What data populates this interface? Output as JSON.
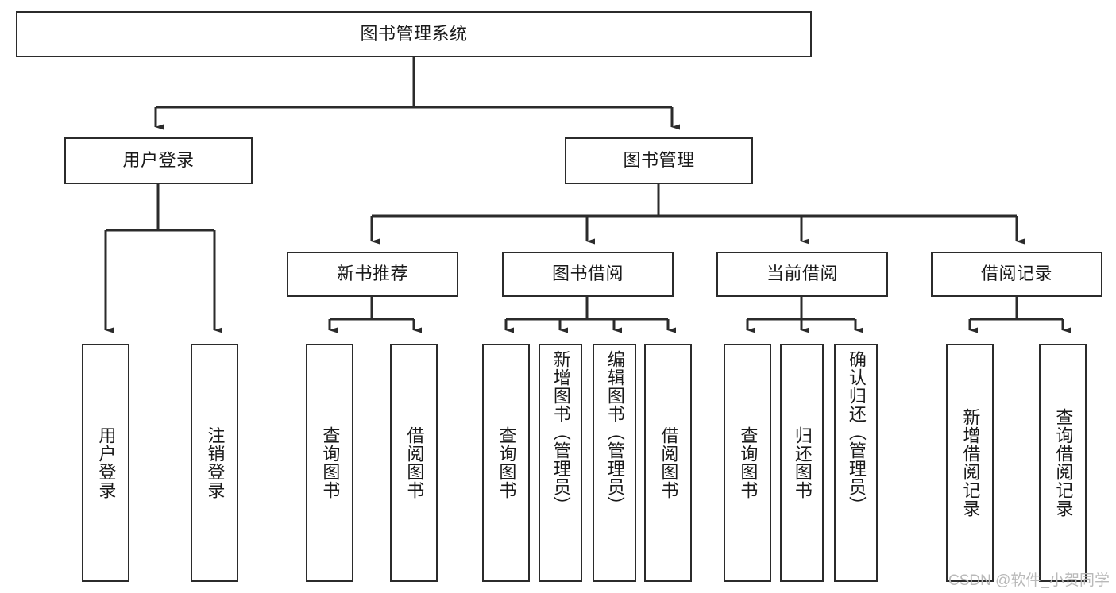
{
  "diagram": {
    "type": "tree-hierarchy-diagram",
    "title": "图书管理系统",
    "theme": {
      "background": "#ffffff",
      "box_border": "#2b2b2b",
      "box_fill": "#ffffff",
      "text": "#1a1a1a",
      "connector": "#2b2b2b",
      "watermark": "#b9b9b9"
    },
    "root": {
      "label": "图书管理系统",
      "orientation": "horizontal"
    },
    "level1": [
      {
        "label": "用户登录",
        "orientation": "horizontal"
      },
      {
        "label": "图书管理",
        "orientation": "horizontal"
      }
    ],
    "level2": [
      {
        "label": "新书推荐",
        "orientation": "horizontal"
      },
      {
        "label": "图书借阅",
        "orientation": "horizontal"
      },
      {
        "label": "当前借阅",
        "orientation": "horizontal"
      },
      {
        "label": "借阅记录",
        "orientation": "horizontal"
      }
    ],
    "leaves": {
      "user_login": [
        {
          "label": "用户登录",
          "orientation": "vertical"
        },
        {
          "label": "注销登录",
          "orientation": "vertical"
        }
      ],
      "new_book_recommend": [
        {
          "label": "查询图书",
          "orientation": "vertical"
        },
        {
          "label": "借阅图书",
          "orientation": "vertical"
        }
      ],
      "book_borrow": [
        {
          "label": "查询图书",
          "orientation": "vertical"
        },
        {
          "label": "新增图书（管理员）",
          "orientation": "vertical"
        },
        {
          "label": "编辑图书（管理员）",
          "orientation": "vertical"
        },
        {
          "label": "借阅图书",
          "orientation": "vertical"
        }
      ],
      "current_borrow": [
        {
          "label": "查询图书",
          "orientation": "vertical"
        },
        {
          "label": "归还图书",
          "orientation": "vertical"
        },
        {
          "label": "确认归还（管理员）",
          "orientation": "vertical"
        }
      ],
      "borrow_record": [
        {
          "label": "新增借阅记录",
          "orientation": "vertical"
        },
        {
          "label": "查询借阅记录",
          "orientation": "vertical"
        }
      ]
    },
    "watermark": "CSDN @软件_小贺同学"
  }
}
